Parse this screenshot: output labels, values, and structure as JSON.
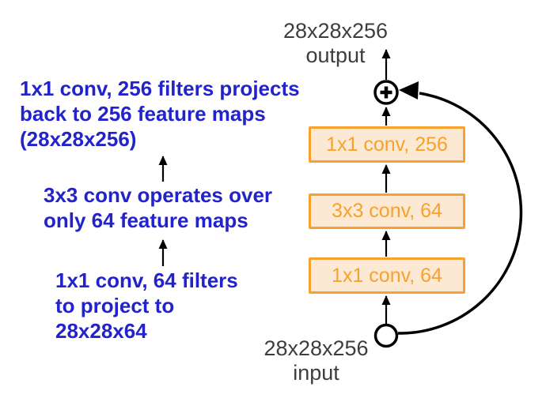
{
  "colors": {
    "annotation_blue": "#2323cc",
    "box_orange": "#f7a12e",
    "box_fill": "#fce9d3",
    "label_gray": "#3d3d3d",
    "line_black": "#000000"
  },
  "icons": {
    "plus_icon": "+",
    "input_node": "circle",
    "arrow_icon": "↑"
  },
  "output": {
    "dims": "28x28x256",
    "label": "output"
  },
  "input": {
    "dims": "28x28x256",
    "label": "input"
  },
  "boxes": [
    {
      "label": "1x1 conv, 256"
    },
    {
      "label": "3x3 conv, 64"
    },
    {
      "label": "1x1 conv, 64"
    }
  ],
  "annotations": [
    {
      "lines": [
        "1x1 conv, 256 filters projects",
        "back to 256 feature maps",
        "(28x28x256)"
      ]
    },
    {
      "lines": [
        "3x3 conv operates over",
        "only 64 feature maps"
      ]
    },
    {
      "lines": [
        "1x1 conv, 64 filters",
        "to project to",
        "28x28x64"
      ]
    }
  ]
}
